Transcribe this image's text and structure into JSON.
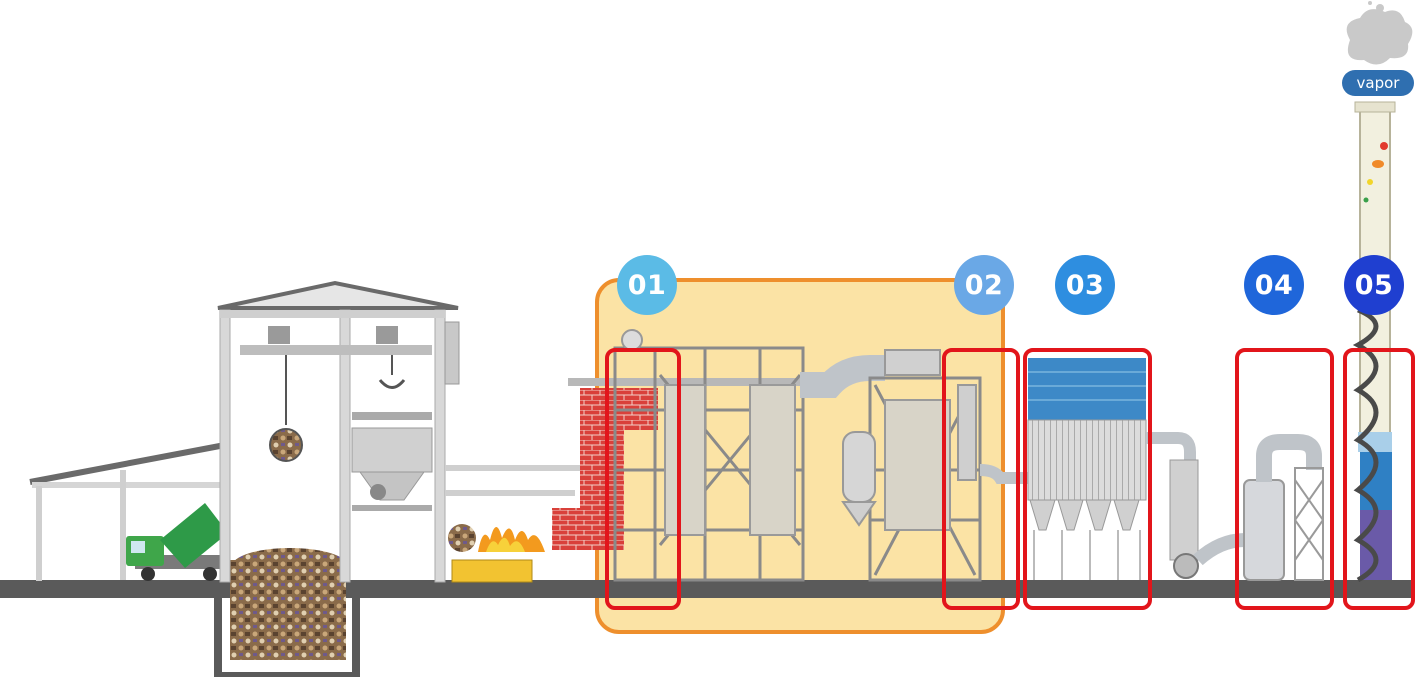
{
  "colors": {
    "highlight_fill": "#fbe3a5",
    "highlight_border": "#ee8f2d",
    "hotspot_border": "#e2151b",
    "ground": "#5a5a5a",
    "brick": "#d9403a",
    "truck_cab": "#3fa64a",
    "truck_bed": "#2e9a48",
    "baghouse_top": "#3d89c7",
    "stack_blue": "#2f80c4",
    "stack_purple": "#6a5aa8",
    "vapor_pill": "#2f6fb0"
  },
  "vapor": {
    "label": "vapor"
  },
  "steps": [
    {
      "label": "01",
      "color": "#5bbbe6"
    },
    {
      "label": "02",
      "color": "#6aa8e6"
    },
    {
      "label": "03",
      "color": "#2e8ee0"
    },
    {
      "label": "04",
      "color": "#1f66da"
    },
    {
      "label": "05",
      "color": "#1f3fd0"
    }
  ]
}
